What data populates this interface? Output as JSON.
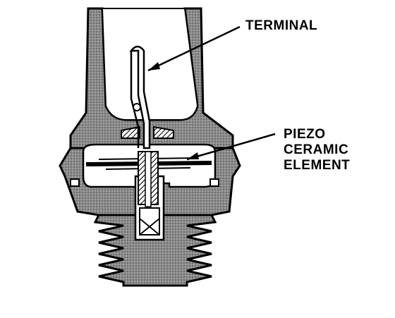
{
  "labels": {
    "terminal": "TERMINAL",
    "piezo_line1": "PIEZO",
    "piezo_line2": "CERAMIC",
    "piezo_line3": "ELEMENT"
  },
  "colors": {
    "body_fill": "#9a9a9a",
    "outline": "#000000",
    "background": "#ffffff"
  }
}
